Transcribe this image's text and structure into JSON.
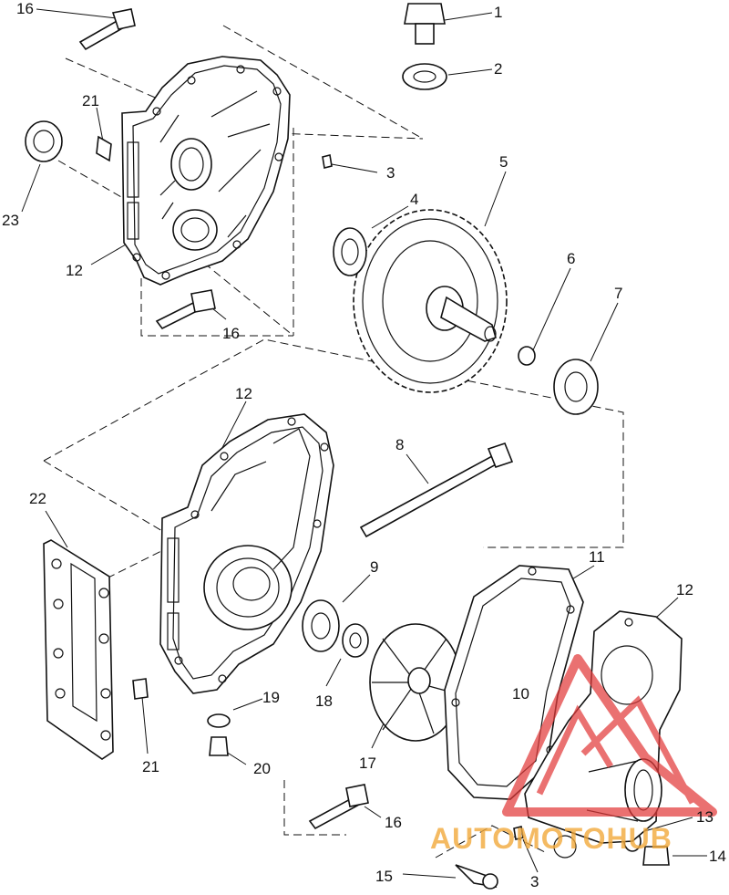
{
  "diagram": {
    "callouts": [
      "16",
      "1",
      "21",
      "2",
      "23",
      "3",
      "4",
      "5",
      "12",
      "6",
      "7",
      "16",
      "12",
      "8",
      "22",
      "9",
      "11",
      "12",
      "19",
      "10",
      "18",
      "21",
      "20",
      "17",
      "16",
      "13",
      "15",
      "3",
      "14"
    ]
  },
  "watermark": {
    "text": "AUTOMOTOHUB",
    "colors": {
      "red": "#e23b3b",
      "orange": "#f2a93b",
      "grey": "#8c8c8c"
    }
  }
}
